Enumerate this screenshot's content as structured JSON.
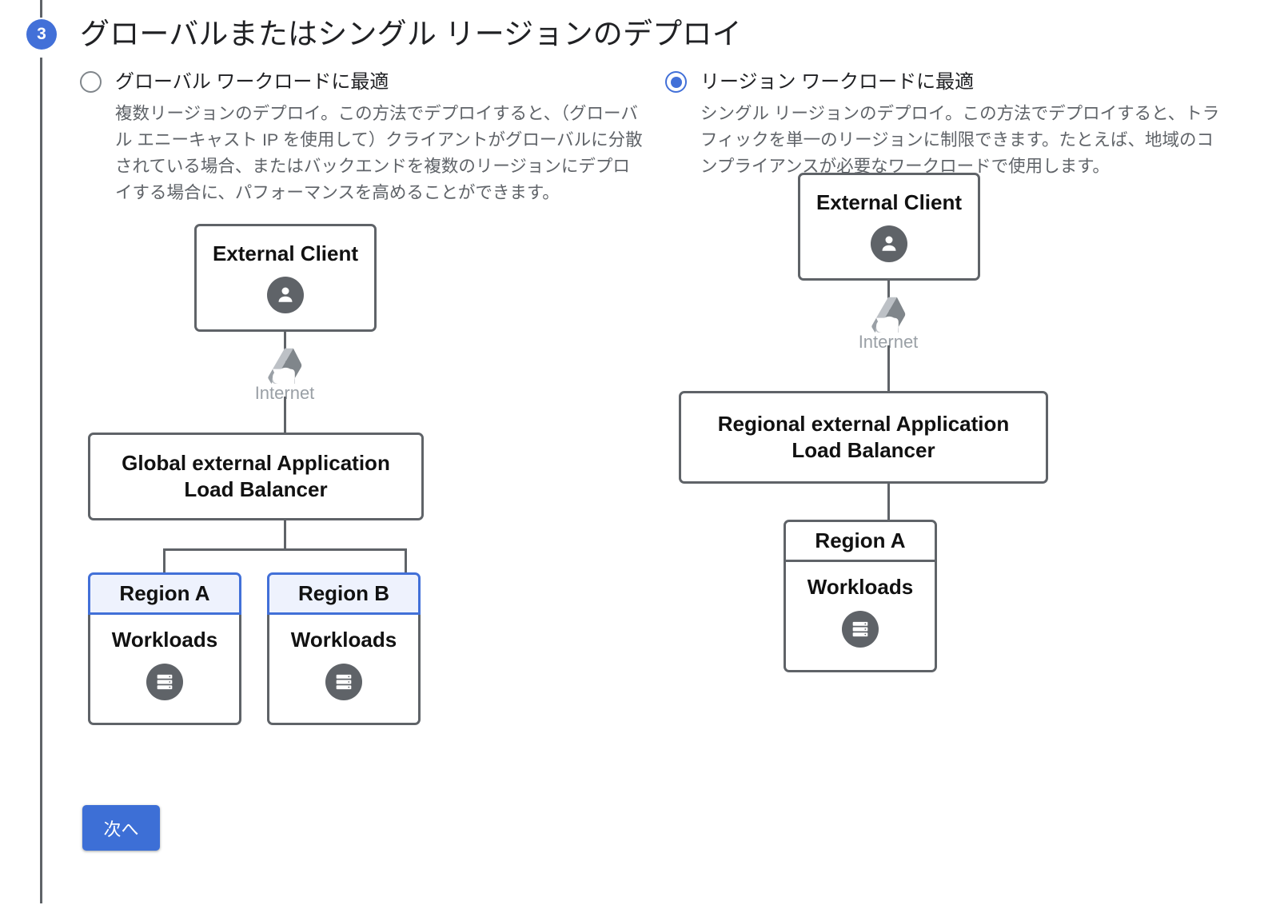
{
  "step": {
    "number": "3",
    "title": "グローバルまたはシングル リージョンのデプロイ"
  },
  "options": [
    {
      "id": "global",
      "selected": false,
      "label": "グローバル ワークロードに最適",
      "description": "複数リージョンのデプロイ。この方法でデプロイすると、（グローバル エニーキャスト IP を使用して）クライアントがグローバルに分散されている場合、またはバックエンドを複数のリージョンにデプロイする場合に、パフォーマンスを高めることができます。",
      "diagram": {
        "client": {
          "title": "External Client",
          "icon": "person-icon"
        },
        "cloud": {
          "label": "Internet",
          "icon": "internet-cloud-icon"
        },
        "load_balancer": {
          "title": "Global external Application Load Balancer"
        },
        "regions": [
          {
            "name": "Region A",
            "body_label": "Workloads",
            "icon": "database-icon",
            "highlighted": true
          },
          {
            "name": "Region B",
            "body_label": "Workloads",
            "icon": "database-icon",
            "highlighted": true
          }
        ]
      }
    },
    {
      "id": "regional",
      "selected": true,
      "label": "リージョン ワークロードに最適",
      "description": "シングル リージョンのデプロイ。この方法でデプロイすると、トラフィックを単一のリージョンに制限できます。たとえば、地域のコンプライアンスが必要なワークロードで使用します。",
      "diagram": {
        "client": {
          "title": "External Client",
          "icon": "person-icon"
        },
        "cloud": {
          "label": "Internet",
          "icon": "internet-cloud-icon"
        },
        "load_balancer": {
          "title": "Regional external Application Load Balancer"
        },
        "regions": [
          {
            "name": "Region A",
            "body_label": "Workloads",
            "icon": "database-icon",
            "highlighted": false
          }
        ]
      }
    }
  ],
  "footer": {
    "next_label": "次へ"
  },
  "colors": {
    "accent_blue": "#4270d8",
    "button_blue": "#3d6fd6",
    "region_header_fill": "#eef2fd",
    "node_border_gray": "#5f6368",
    "muted_text": "#5f6368",
    "cloud_gray": "#9aa0a6"
  }
}
